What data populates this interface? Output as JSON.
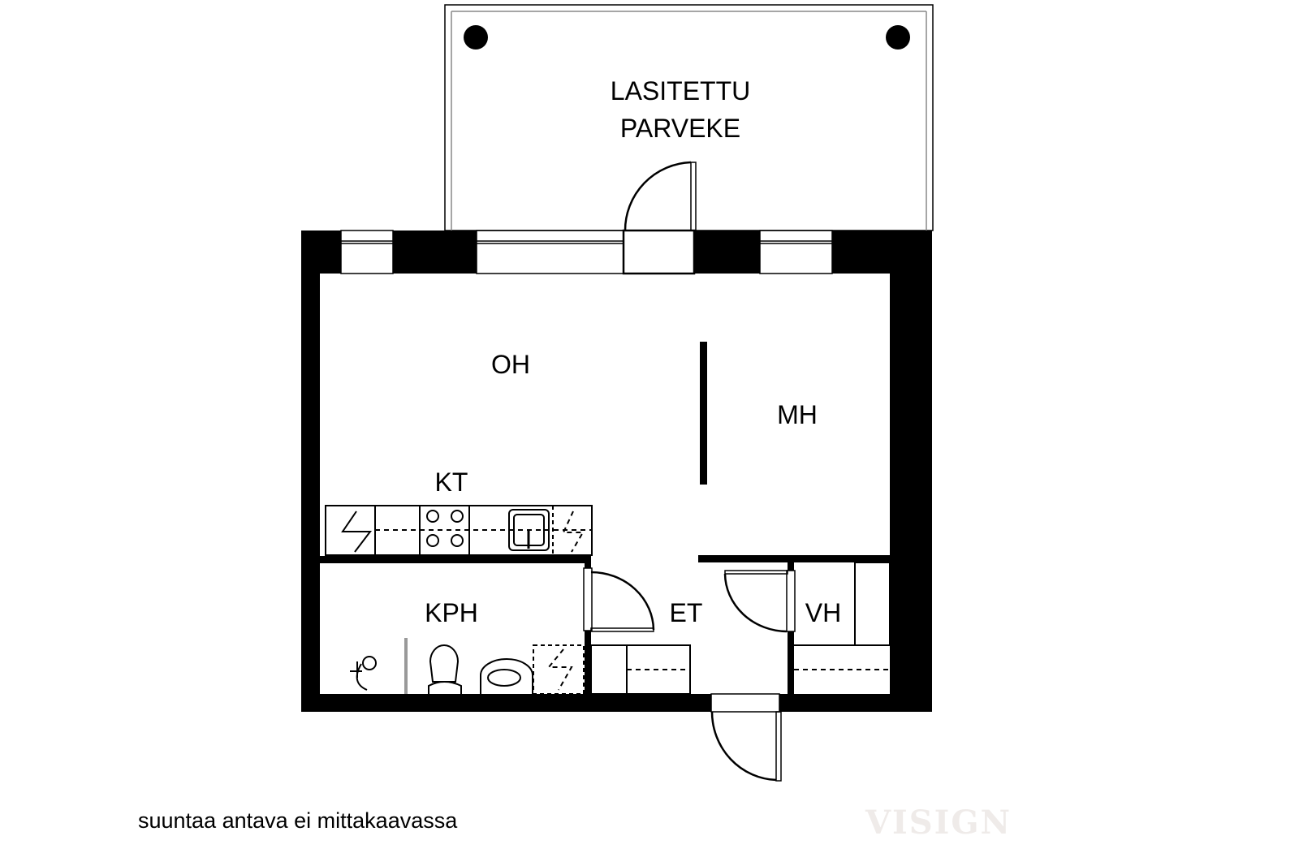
{
  "rooms": {
    "balcony_line1": "LASITETTU",
    "balcony_line2": "PARVEKE",
    "living": "OH",
    "bedroom": "MH",
    "kitchen": "KT",
    "bathroom": "KPH",
    "hall": "ET",
    "closet": "VH"
  },
  "note": "suuntaa antava ei mittakaavassa",
  "watermark": "VISIGN"
}
